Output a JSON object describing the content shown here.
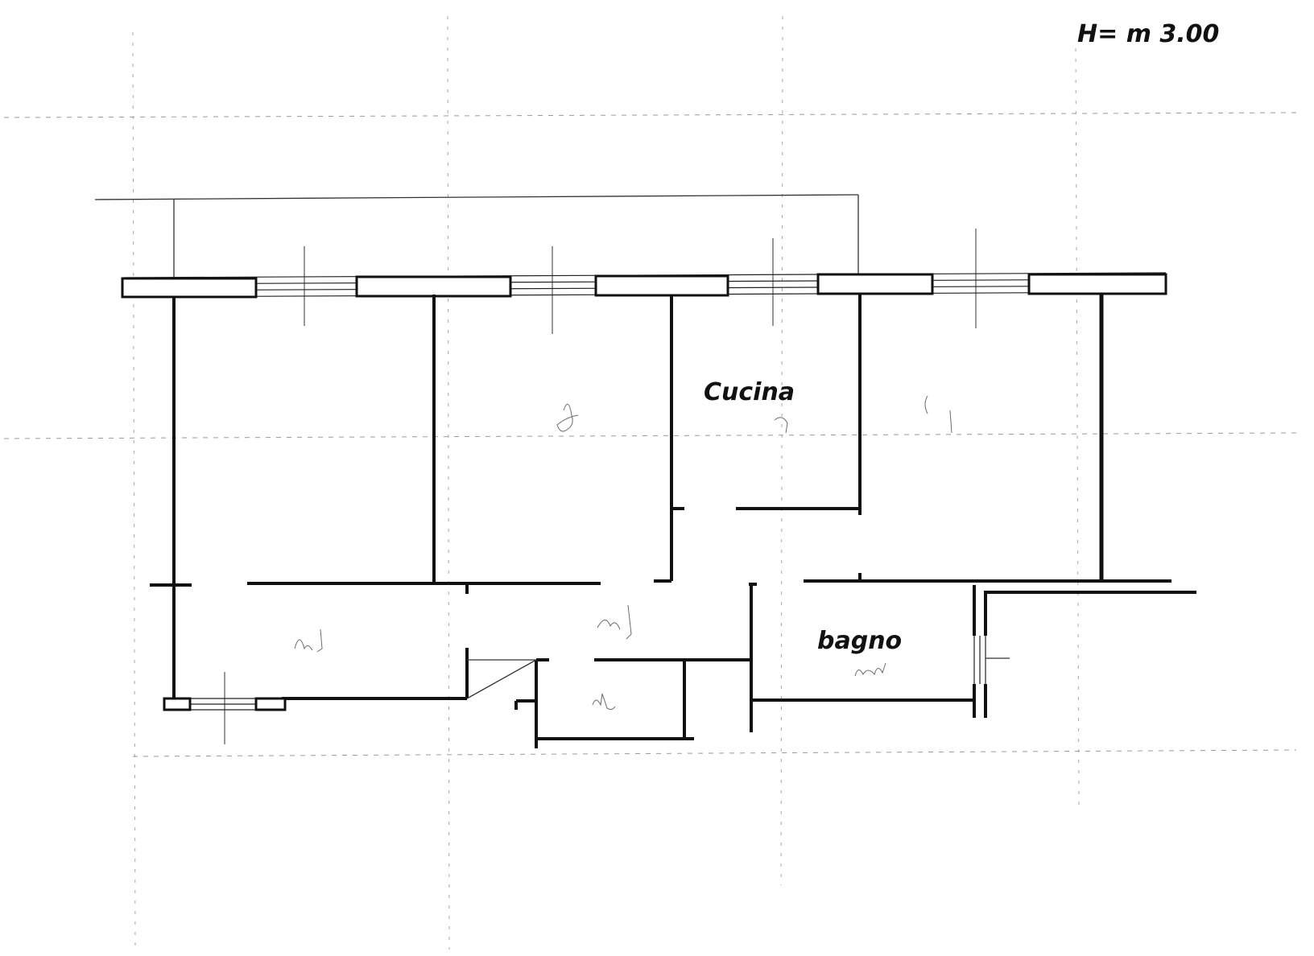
{
  "drawing": {
    "height_note": "H= m 3.00",
    "rooms": {
      "kitchen": "Cucina",
      "bathroom": "bagno"
    }
  },
  "colors": {
    "paper": "#ffffff",
    "ink": "#111111",
    "grid": "#9a9a9a"
  }
}
